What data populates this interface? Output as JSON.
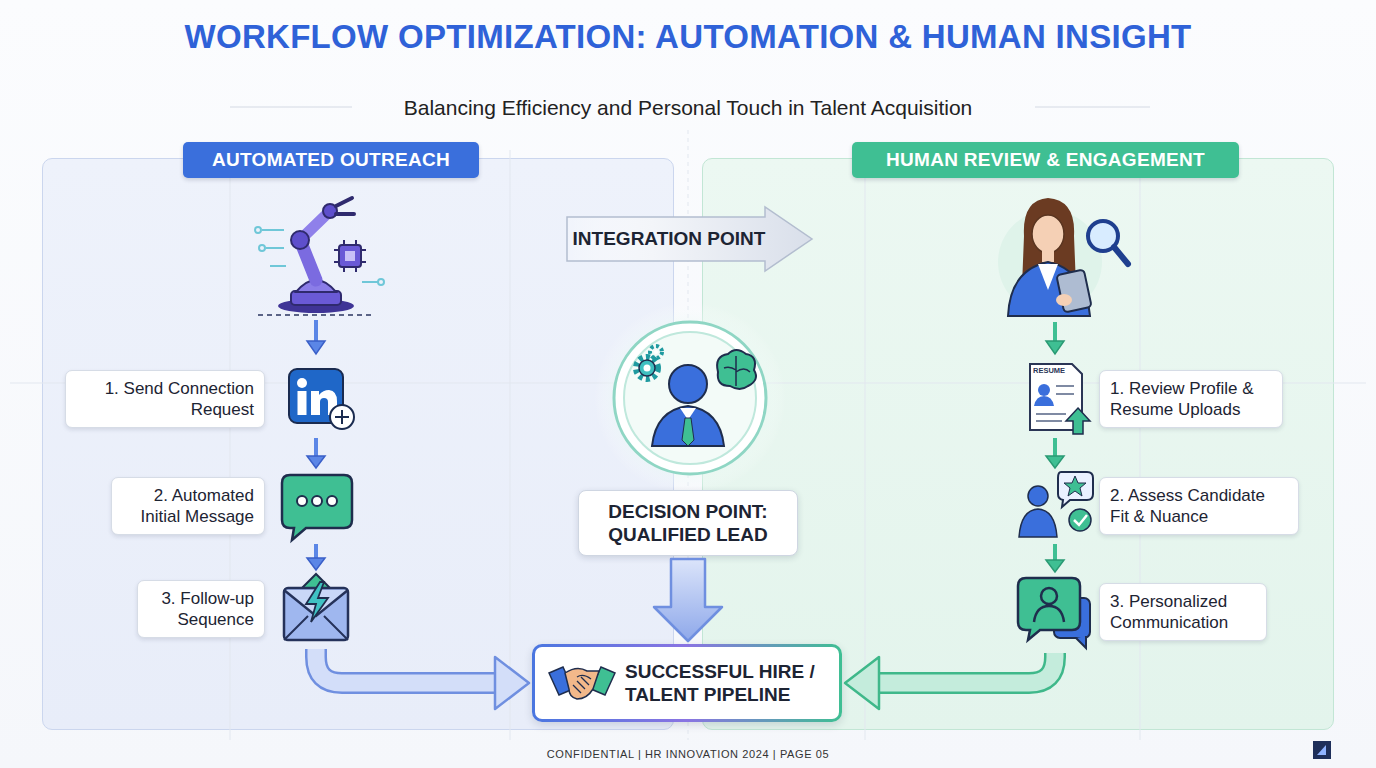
{
  "diagram": {
    "title": "WORKFLOW OPTIMIZATION: AUTOMATION & HUMAN INSIGHT",
    "nodes": [
      {
        "text": [
          "AUTOMATED OUTREACH"
        ]
      },
      {
        "text": [
          "1. Send Connection Request"
        ],
        "in": 0
      },
      {
        "text": [
          "2. Automated Initial Message"
        ],
        "in": 0
      },
      {
        "text": [
          "3. Follow-up Sequence"
        ],
        "in": 0
      },
      {
        "text": [
          "HUMAN REVIEW & ENGAGEMENT"
        ]
      },
      {
        "text": [
          "1. Review Profile & Resume Uploads"
        ],
        "in": 4
      },
      {
        "text": [
          "2. Assess Candidate Fit & Nuance"
        ],
        "in": 4
      },
      {
        "text": [
          "3. Personalized Communication"
        ],
        "in": 4
      },
      {
        "text": [
          "INTEGRATION POINT"
        ]
      },
      {
        "text": [
          "DECISION POINT: QUALIFIED LEAD"
        ]
      },
      {
        "text": [
          "SUCCESSFUL HIRE / TALENT PIPELINE"
        ]
      }
    ],
    "edges": [
      {
        "from": 1,
        "to": 2,
        "arrow": "to"
      },
      {
        "from": 2,
        "to": 3,
        "arrow": "to"
      },
      {
        "from": 3,
        "to": 10,
        "arrow": "to"
      },
      {
        "from": 5,
        "to": 6,
        "arrow": "to"
      },
      {
        "from": 6,
        "to": 7,
        "arrow": "to"
      },
      {
        "from": 7,
        "to": 10,
        "arrow": "to"
      },
      {
        "from": 9,
        "to": 10,
        "arrow": "to"
      }
    ],
    "labels": [
      "Balancing Efficiency and Personal Touch in Talent Acquisition",
      "RESUME",
      "CONFIDENTIAL | HR INNOVATION 2024 | PAGE 05"
    ]
  }
}
